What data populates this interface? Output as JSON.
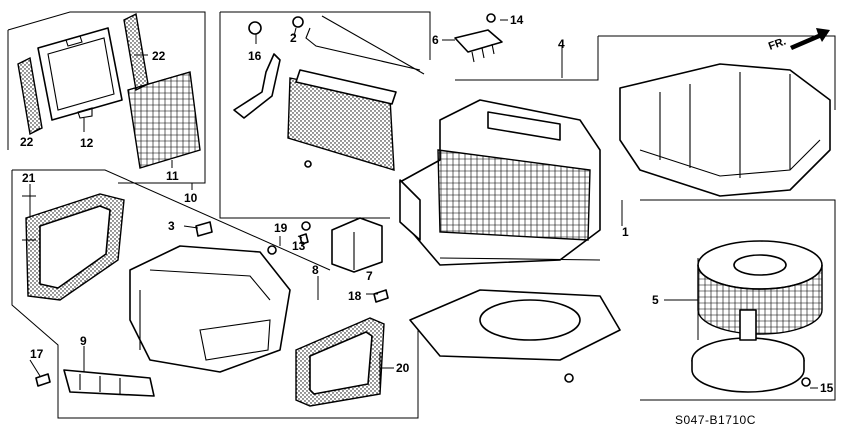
{
  "diagram_code": "S047-B1710C",
  "direction_label": "FR.",
  "callouts": [
    {
      "id": "c1",
      "num": "1"
    },
    {
      "id": "c2",
      "num": "2"
    },
    {
      "id": "c3",
      "num": "3"
    },
    {
      "id": "c4",
      "num": "4"
    },
    {
      "id": "c5",
      "num": "5"
    },
    {
      "id": "c6",
      "num": "6"
    },
    {
      "id": "c7",
      "num": "7"
    },
    {
      "id": "c8",
      "num": "8"
    },
    {
      "id": "c9",
      "num": "9"
    },
    {
      "id": "c10",
      "num": "10"
    },
    {
      "id": "c11",
      "num": "11"
    },
    {
      "id": "c12",
      "num": "12"
    },
    {
      "id": "c13",
      "num": "13"
    },
    {
      "id": "c14",
      "num": "14"
    },
    {
      "id": "c15",
      "num": "15"
    },
    {
      "id": "c16",
      "num": "16"
    },
    {
      "id": "c17",
      "num": "17"
    },
    {
      "id": "c18",
      "num": "18"
    },
    {
      "id": "c19",
      "num": "19"
    },
    {
      "id": "c20",
      "num": "20"
    },
    {
      "id": "c21",
      "num": "21"
    },
    {
      "id": "c22a",
      "num": "22"
    },
    {
      "id": "c22b",
      "num": "22"
    }
  ]
}
